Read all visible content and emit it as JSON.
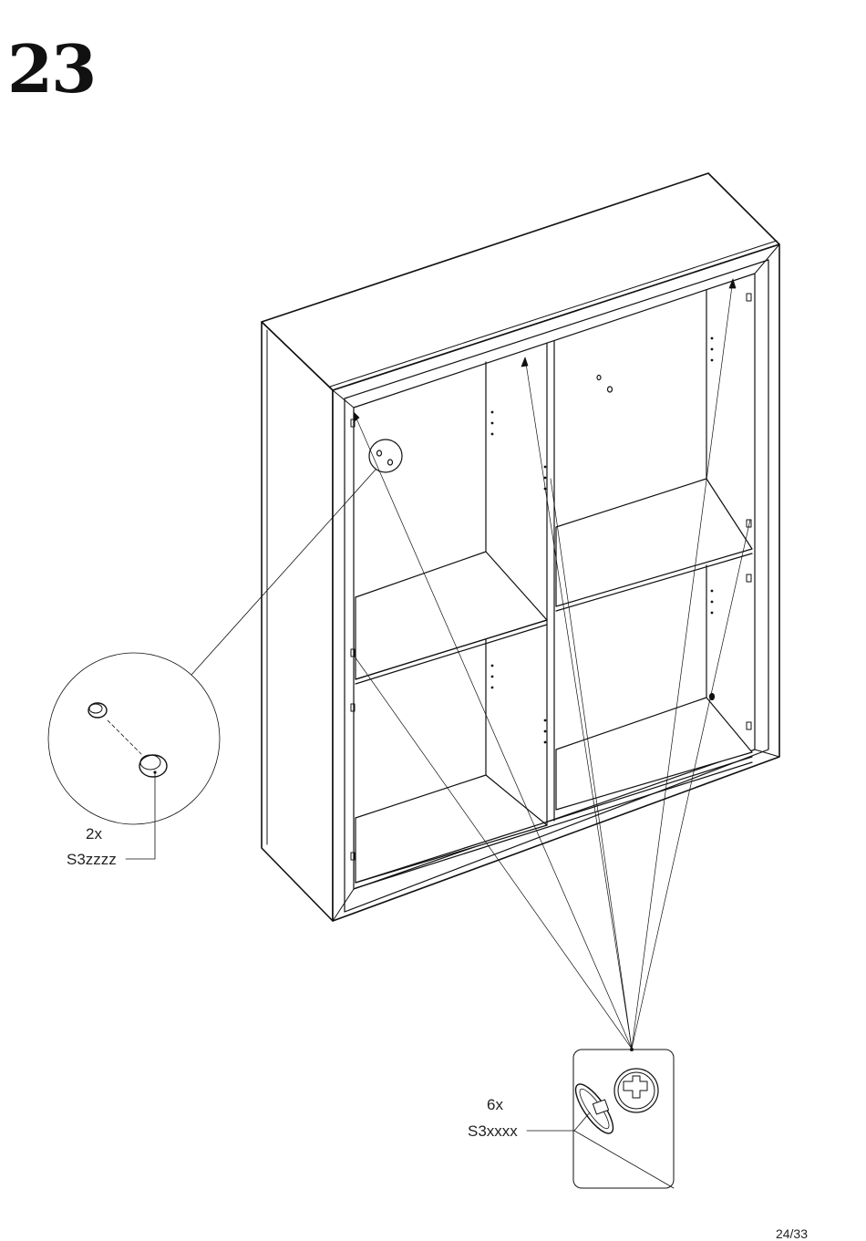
{
  "step": {
    "number": "23"
  },
  "callouts": {
    "cap": {
      "quantity": "2x",
      "part_code": "S3zzzz"
    },
    "support": {
      "quantity": "6x",
      "part_code": "S3xxxx"
    }
  },
  "footer": {
    "page": "24/33"
  }
}
